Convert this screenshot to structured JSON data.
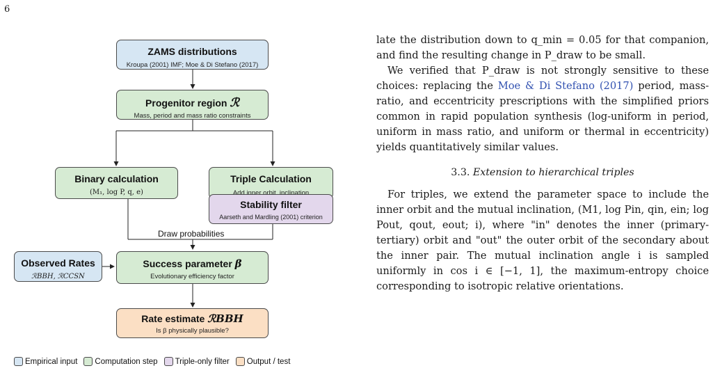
{
  "page_number": "6",
  "flowchart": {
    "zams": {
      "title": "ZAMS distributions",
      "sub": "Kroupa (2001) IMF; Moe & Di Stefano (2017)"
    },
    "progenitor": {
      "title": "Progenitor region",
      "symbol": "ℛ",
      "sub": "Mass, period and mass ratio constraints"
    },
    "binary": {
      "title": "Binary calculation",
      "sub": "(M₁, log P, q, e)"
    },
    "triple": {
      "title": "Triple Calculation",
      "sub": "Add inner orbit, inclination"
    },
    "stability": {
      "title": "Stability filter",
      "sub": "Aarseth and Mardling (2001) criterion"
    },
    "draw_label": "Draw probabilities",
    "observed": {
      "title": "Observed Rates",
      "sub": "ℛBBH, ℛCCSN"
    },
    "success": {
      "title": "Success parameter",
      "symbol": "β",
      "sub": "Evolutionary efficiency factor"
    },
    "rate": {
      "title": "Rate estimate",
      "symbol": "ℛBBH",
      "sub": "Is β physically plausible?"
    }
  },
  "legend": [
    {
      "label": "Empirical input",
      "color": "#d6e6f3"
    },
    {
      "label": "Computation step",
      "color": "#d6ebd3"
    },
    {
      "label": "Triple-only filter",
      "color": "#e3d7ec"
    },
    {
      "label": "Output / test",
      "color": "#fbdfc4"
    }
  ],
  "text": {
    "p1": "late the distribution down to q_min = 0.05 for that companion, and find the resulting change in P_draw to be small.",
    "p2_a": "We verified that P_draw is not strongly sensitive to these choices: replacing the",
    "p2_cite": "Moe & Di Stefano (2017)",
    "p2_b": "period, mass-ratio, and eccentricity prescriptions with the simplified priors common in rapid population synthesis (log-uniform in period, uniform in mass ratio, and uniform or thermal in eccentricity) yields quantitatively similar values.",
    "section_num": "3.3.",
    "section_title": "Extension to hierarchical triples",
    "p3": "For triples, we extend the parameter space to include the inner orbit and the mutual inclination, (M1, log Pin, qin, ein; log Pout, qout, eout; i), where \"in\" denotes the inner (primary-tertiary) orbit and \"out\" the outer orbit of the secondary about the inner pair. The mutual inclination angle i is sampled uniformly in cos i ∈ [−1, 1], the maximum-entropy choice corresponding to isotropic relative orientations."
  }
}
